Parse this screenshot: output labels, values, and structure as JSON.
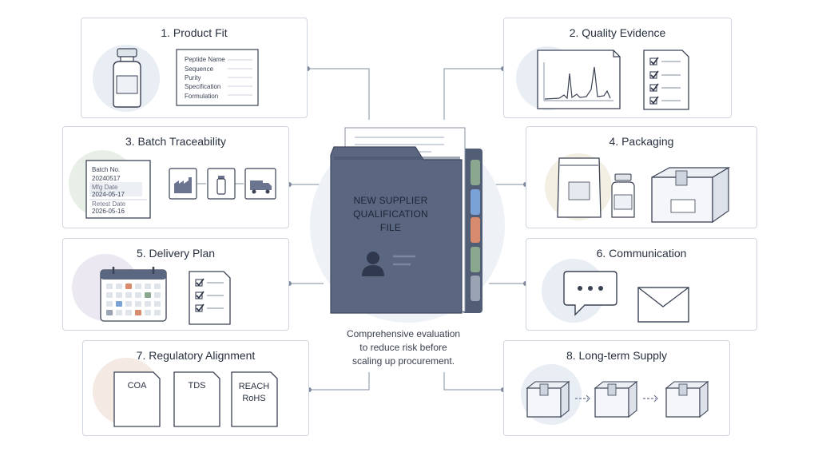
{
  "center": {
    "title_lines": [
      "NEW SUPPLIER",
      "QUALIFICATION",
      "FILE"
    ],
    "caption_lines": [
      "Comprehensive evaluation",
      "to reduce risk before",
      "scaling up procurement."
    ]
  },
  "cards": {
    "product_fit": {
      "title": "1. Product Fit",
      "fields": [
        "Peptide Name",
        "Sequence",
        "Purity",
        "Specification",
        "Formulation"
      ]
    },
    "quality_evidence": {
      "title": "2. Quality Evidence"
    },
    "batch_traceability": {
      "title": "3. Batch Traceability",
      "batch_label": "Batch No.",
      "batch_value": "20240517",
      "mfg_label": "Mfg Date",
      "mfg_value": "2024-05-17",
      "retest_label": "Retest Date",
      "retest_value": "2026-05-16"
    },
    "packaging": {
      "title": "4. Packaging"
    },
    "delivery_plan": {
      "title": "5. Delivery Plan"
    },
    "communication": {
      "title": "6. Communication"
    },
    "regulatory_alignment": {
      "title": "7. Regulatory Alignment",
      "docs": [
        "COA",
        "TDS",
        "REACH RoHS"
      ]
    },
    "long_term_supply": {
      "title": "8. Long-term Supply"
    }
  },
  "colors": {
    "folder": "#5b6781",
    "folder_dark": "#46506a",
    "tab_green": "#8aa88e",
    "tab_blue": "#7aa2d6",
    "tab_orange": "#d98b6e",
    "tab_gray": "#9aa3b3",
    "accent_circle": "#e9edf4"
  }
}
